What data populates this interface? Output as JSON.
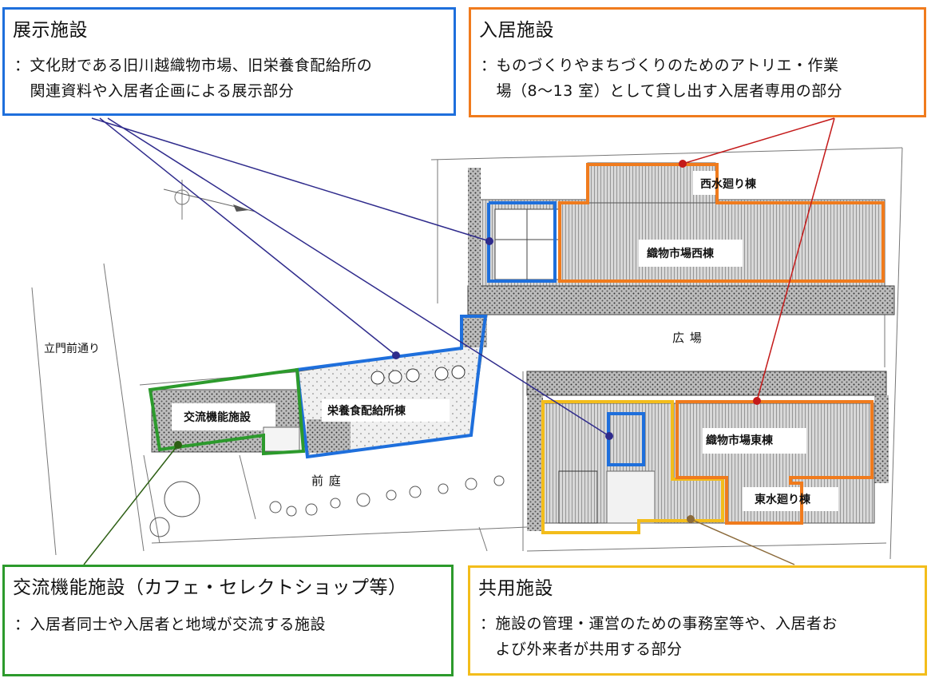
{
  "exhibit": {
    "title": "展示施設",
    "desc_line1": "：文化財である旧川越織物市場、旧栄養食配給所の",
    "desc_line2": "　関連資料や入居者企画による展示部分",
    "color": "#1e6fdc"
  },
  "resident": {
    "title": "入居施設",
    "desc_line1": "：ものづくりやまちづくりのためのアトリエ・作業",
    "desc_line2": "　場（8～13 室）として貸し出す入居者専用の部分",
    "color": "#f07b1d"
  },
  "exchange": {
    "title": "交流機能施設（カフェ・セレクトショップ等）",
    "desc_line1": "：入居者同士や入居者と地域が交流する施設",
    "color": "#2c9a2c"
  },
  "shared": {
    "title": "共用施設",
    "desc_line1": "：施設の管理・運営のための事務室等や、入居者お",
    "desc_line2": "　よび外来者が共用する部分",
    "color": "#f3bd1b"
  },
  "map_labels": {
    "west_water": "西水廻り棟",
    "west_market": "織物市場西棟",
    "plaza": "広 場",
    "street": "立門前通り",
    "exchange_facility": "交流機能施設",
    "food_building": "栄養食配給所棟",
    "front_garden": "前 庭",
    "east_market": "織物市場東棟",
    "east_water": "東水廻り棟"
  },
  "icons": [
    "north-arrow-icon"
  ],
  "leader_colors": {
    "exhibit": "#2f2b8c",
    "resident": "#c41a1a",
    "exchange": "#2d5f14",
    "shared": "#8b6a3a"
  }
}
